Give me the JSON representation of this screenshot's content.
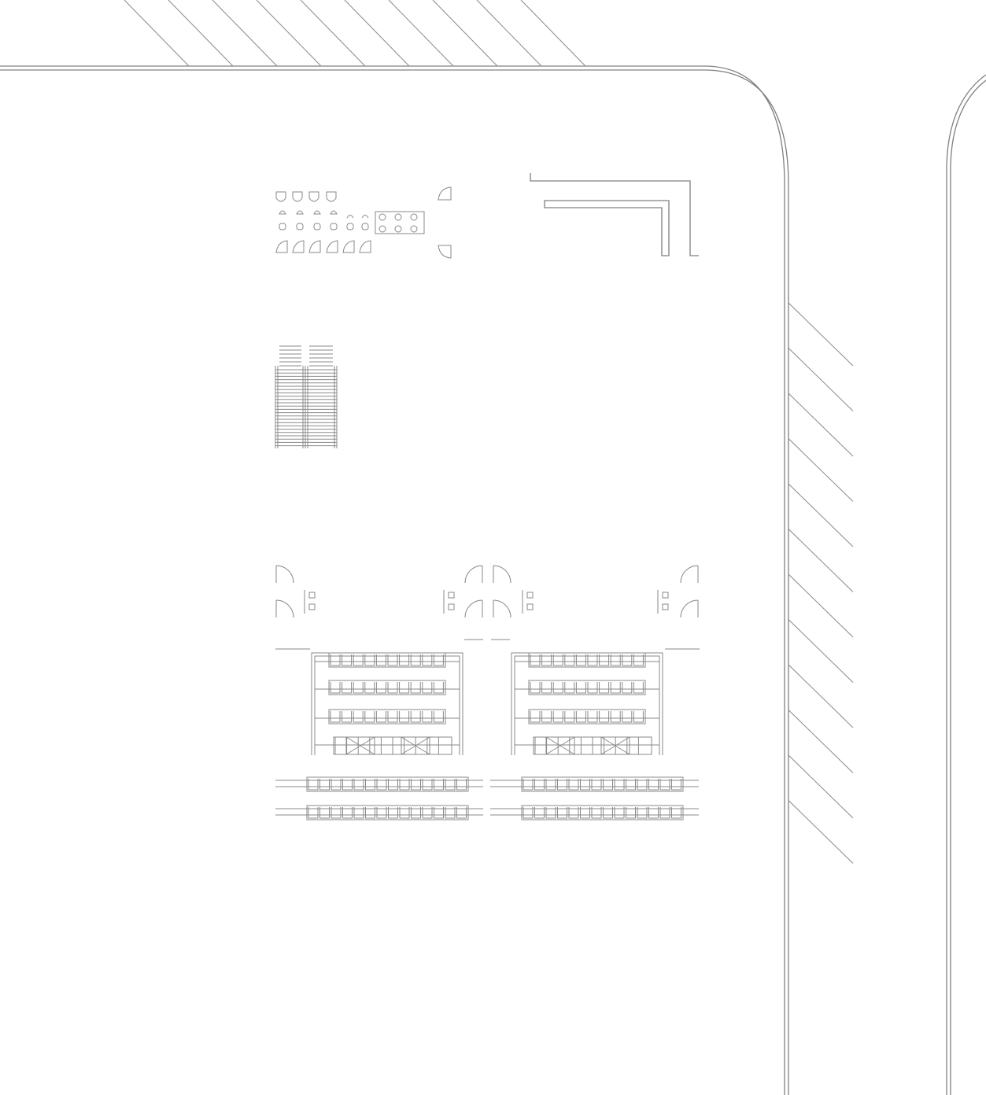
{
  "drawing": {
    "kind": "architectural-floor-plan",
    "palette": {
      "background": "#ffffff",
      "line": "#808080"
    },
    "elements": [
      "site-boundary-curb",
      "hatched-strip-top",
      "hatched-strip-right",
      "adjacent-curb",
      "seating-group",
      "l-shaped-counter",
      "staircase",
      "door-swings",
      "shelving-blocks",
      "shelving-rows"
    ],
    "labels": []
  }
}
